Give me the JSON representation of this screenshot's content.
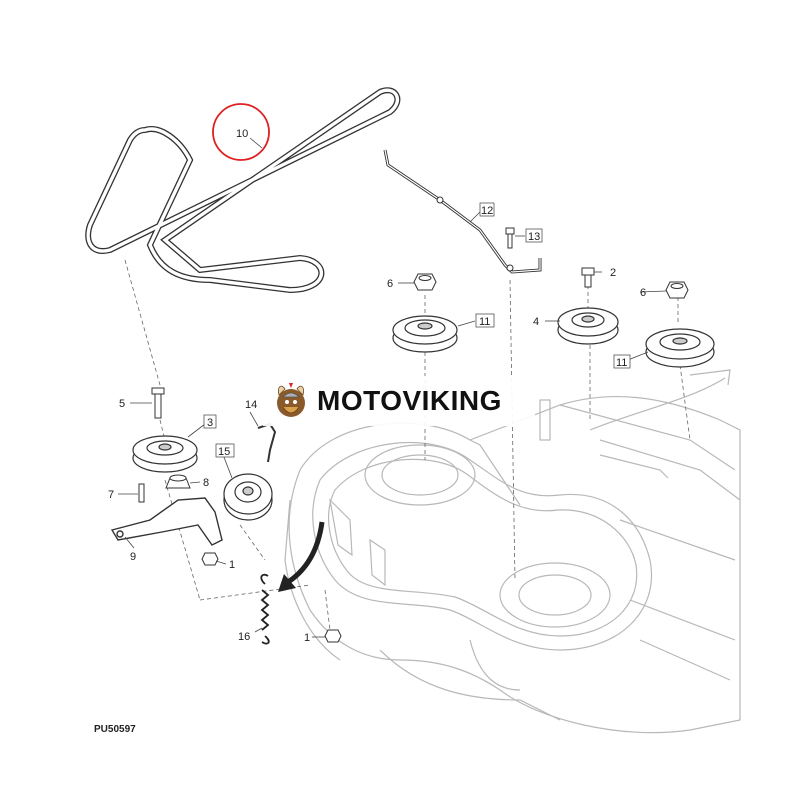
{
  "brand": {
    "name": "MOTOVIKING"
  },
  "drawing_id": "PU50597",
  "highlight_color": "#e02020",
  "callouts": [
    {
      "id": "belt",
      "label": "10",
      "highlighted": true
    },
    {
      "id": "idler-rod",
      "label": "12"
    },
    {
      "id": "rod-bolt",
      "label": "13"
    },
    {
      "id": "nut-left",
      "label": "6"
    },
    {
      "id": "nut-right",
      "label": "6"
    },
    {
      "id": "bolt-top",
      "label": "2"
    },
    {
      "id": "spindle-pulley-left",
      "label": "11"
    },
    {
      "id": "spindle-pulley-right",
      "label": "11"
    },
    {
      "id": "center-pulley",
      "label": "4"
    },
    {
      "id": "idler-bolt",
      "label": "5"
    },
    {
      "id": "idler-pulley",
      "label": "3"
    },
    {
      "id": "spring-hook",
      "label": "14"
    },
    {
      "id": "pulley-small",
      "label": "15"
    },
    {
      "id": "pin",
      "label": "7"
    },
    {
      "id": "bushing",
      "label": "8"
    },
    {
      "id": "idler-arm",
      "label": "9"
    },
    {
      "id": "nut-arm",
      "label": "1"
    },
    {
      "id": "nut-bottom",
      "label": "1"
    },
    {
      "id": "spring",
      "label": "16"
    }
  ]
}
